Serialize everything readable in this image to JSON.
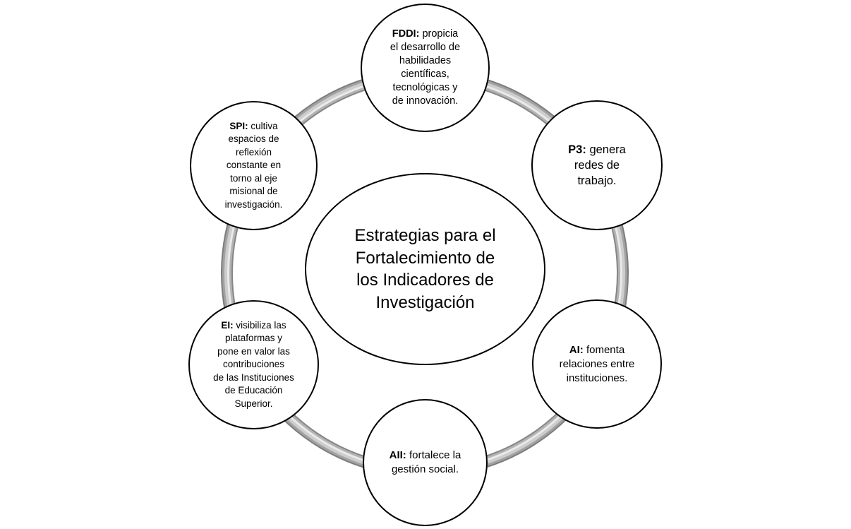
{
  "center": {
    "lines": [
      "Estrategias para el",
      "Fortalecimiento de",
      "los Indicadores de",
      "Investigación"
    ]
  },
  "nodes": [
    {
      "id": "fddi",
      "label": "FDDI:",
      "first_line": " propicia",
      "lines": [
        "el desarrollo de",
        "habilidades",
        "científicas,",
        "tecnológicas y",
        "de innovación."
      ]
    },
    {
      "id": "p3",
      "label": "P3:",
      "first_line": " genera",
      "lines": [
        "redes de",
        "trabajo."
      ]
    },
    {
      "id": "ai",
      "label": "AI:",
      "first_line": " fomenta",
      "lines": [
        "relaciones entre",
        "instituciones."
      ]
    },
    {
      "id": "aii",
      "label": "AII:",
      "first_line": " fortalece la",
      "lines": [
        "gestión social."
      ]
    },
    {
      "id": "ei",
      "label": "EI:",
      "first_line": " visibiliza las",
      "lines": [
        "plataformas y",
        "pone en valor las",
        "contribuciones",
        "de las Instituciones",
        "de Educación",
        "Superior."
      ]
    },
    {
      "id": "spi",
      "label": "SPI:",
      "first_line": " cultiva",
      "lines": [
        "espacios de",
        "reflexión",
        "constante en",
        "torno al eje",
        "misional de",
        "investigación."
      ]
    }
  ],
  "colors": {
    "border": "#000000",
    "ring": "#a2a2a2",
    "background": "#ffffff"
  }
}
